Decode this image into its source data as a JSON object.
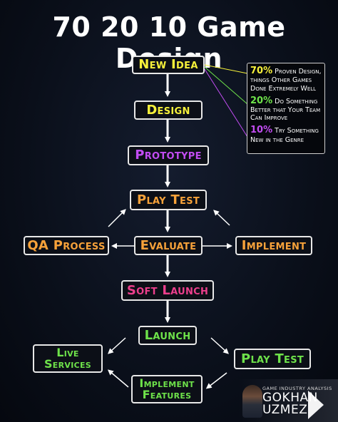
{
  "title": "70 20 10 Game Design",
  "colors": {
    "yellow": "#f6f03a",
    "purple": "#c24cf2",
    "orange": "#f7a23a",
    "pink": "#ec3f8c",
    "green": "#6ee24a",
    "background": "#0a0f1a"
  },
  "nodes": {
    "new_idea": "New Idea",
    "design": "Design",
    "prototype": "Prototype",
    "play_test_1": "Play Test",
    "evaluate": "Evaluate",
    "qa_process": "QA Process",
    "implement": "Implement",
    "soft_launch": "Soft Launch",
    "launch": "Launch",
    "live_services": "Live Services",
    "play_test_2": "Play Test",
    "implement_features": "Implement Features"
  },
  "legend": [
    {
      "pct": "70%",
      "text": "Proven Design, things Other Games Done Extremely Well"
    },
    {
      "pct": "20%",
      "text": "Do Something Better that Your Team Can Improve"
    },
    {
      "pct": "10%",
      "text": "Try Something New in the Genre"
    }
  ],
  "brand": {
    "subtitle": "GAME INDUSTRY ANALYSIS",
    "name_line1": "GOKHAN",
    "name_line2": "UZMEZ"
  }
}
